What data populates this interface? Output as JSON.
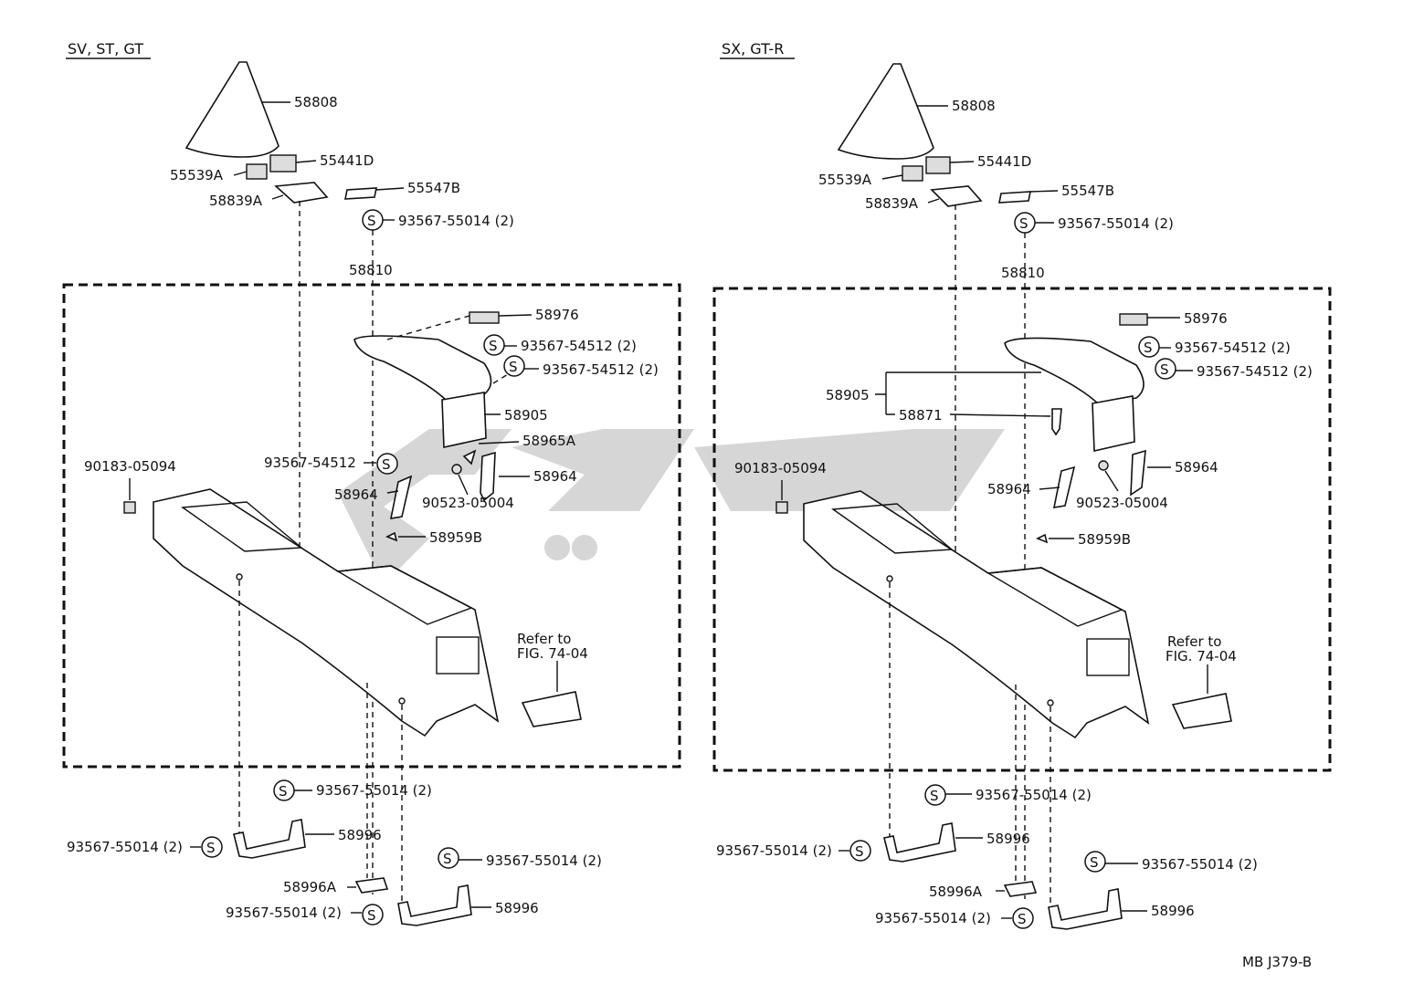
{
  "footer_code": "MB J379-B",
  "sym_letter": "S",
  "left": {
    "title": "SV, ST, GT",
    "labels": {
      "p58808": "58808",
      "p55441D": "55441D",
      "p55539A": "55539A",
      "p55547B": "55547B",
      "p58839A": "58839A",
      "s55014_top": "93567-55014 (2)",
      "p58810": "58810",
      "p58976": "58976",
      "s54512_a": "93567-54512 (2)",
      "s54512_b": "93567-54512 (2)",
      "p58905": "58905",
      "p58965A": "58965A",
      "s54512_c": "93567-54512",
      "p58964_r": "58964",
      "p58964_l": "58964",
      "p90523": "90523-05004",
      "p90183": "90183-05094",
      "p58959B": "58959B",
      "refer1": "Refer to",
      "refer2": "FIG. 74-04",
      "s55014_b1": "93567-55014 (2)",
      "s55014_b2": "93567-55014 (2)",
      "p58996_a": "58996",
      "s55014_b3": "93567-55014 (2)",
      "p58996A": "58996A",
      "s55014_b4": "93567-55014 (2)",
      "p58996_b": "58996"
    }
  },
  "right": {
    "title": "SX, GT-R",
    "labels": {
      "p58808": "58808",
      "p55441D": "55441D",
      "p55539A": "55539A",
      "p55547B": "55547B",
      "p58839A": "58839A",
      "s55014_top": "93567-55014 (2)",
      "p58810": "58810",
      "p58976": "58976",
      "s54512_a": "93567-54512 (2)",
      "s54512_b": "93567-54512 (2)",
      "p58905": "58905",
      "p58871": "58871",
      "p58964_r": "58964",
      "p58964_l": "58964",
      "p90523": "90523-05004",
      "p90183": "90183-05094",
      "p58959B": "58959B",
      "refer1": "Refer to",
      "refer2": "FIG. 74-04",
      "s55014_b1": "93567-55014 (2)",
      "s55014_b2": "93567-55014 (2)",
      "p58996_a": "58996",
      "s55014_b3": "93567-55014 (2)",
      "p58996A": "58996A",
      "s55014_b4": "93567-55014 (2)",
      "p58996_b": "58996"
    }
  }
}
